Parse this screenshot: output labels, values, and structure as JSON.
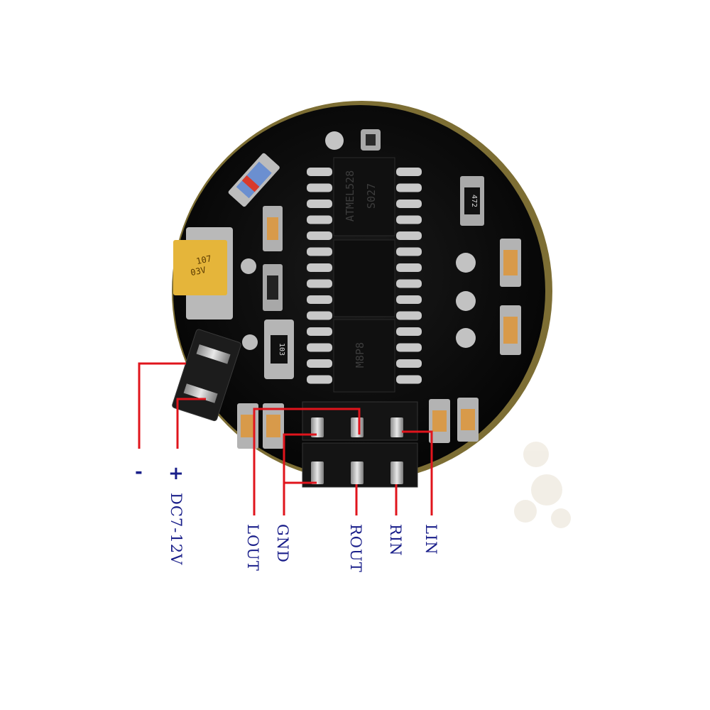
{
  "ic_markings": {
    "upper_chip": [
      "ATMEL528",
      "S027"
    ],
    "lower_chip": [
      "M8P8"
    ]
  },
  "component_markings": {
    "tantalum_cap": [
      "107",
      "03V"
    ],
    "resistor_right": "472",
    "resistor_left": "103"
  },
  "power_labels": {
    "minus": "-",
    "plus": "+",
    "voltage": "DC7-12V"
  },
  "pin_labels": {
    "lout": "LOUT",
    "gnd": "GND",
    "rout": "ROUT",
    "rin": "RIN",
    "lin": "LIN"
  },
  "colors": {
    "board": "#0b0b0b",
    "gold_edge": "#8a7a3a",
    "pad": "#b8b8b8",
    "wire": "#e0141c",
    "label_text": "#1a1f8a",
    "tantalum": "#e5b53a"
  }
}
